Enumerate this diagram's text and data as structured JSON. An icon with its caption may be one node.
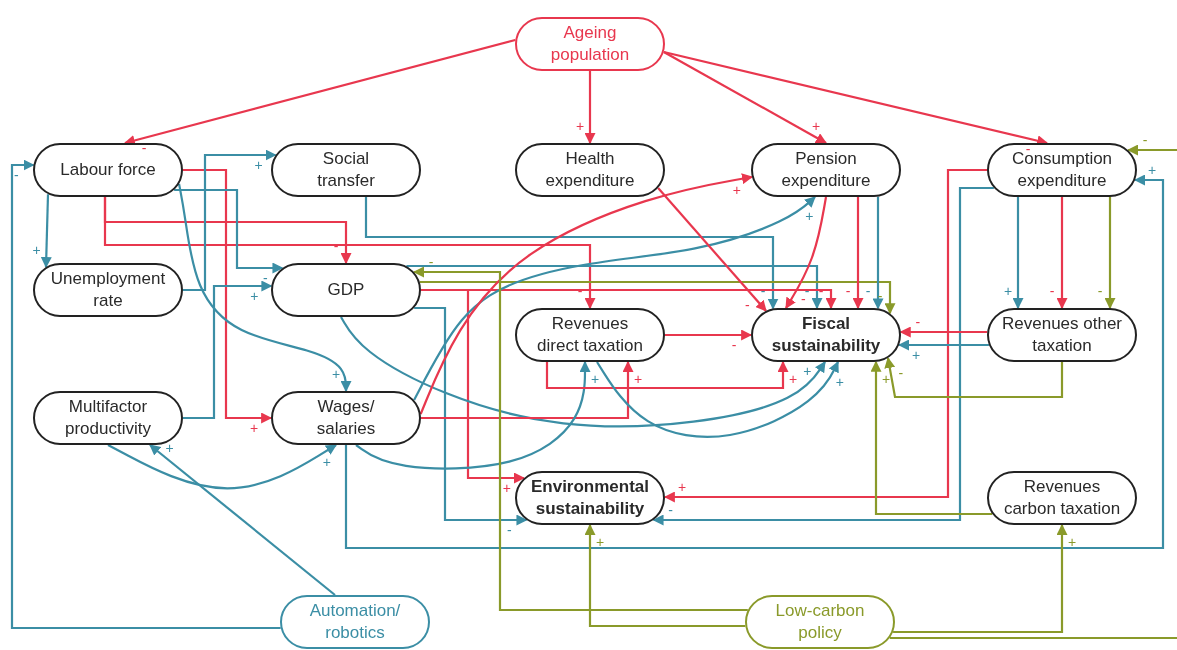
{
  "diagram": {
    "nodes": [
      {
        "text": [
          "Ageing population"
        ]
      },
      {
        "text": [
          "Labour force"
        ]
      },
      {
        "text": [
          "Social transfer"
        ]
      },
      {
        "text": [
          "Health expenditure"
        ]
      },
      {
        "text": [
          "Pension expenditure"
        ]
      },
      {
        "text": [
          "Consumption expenditure"
        ]
      },
      {
        "text": [
          "Unemployment rate"
        ]
      },
      {
        "text": [
          "GDP"
        ]
      },
      {
        "text": [
          "Revenues direct taxation"
        ]
      },
      {
        "text": [
          "Fiscal sustainability"
        ]
      },
      {
        "text": [
          "Revenues other taxation"
        ]
      },
      {
        "text": [
          "Multifactor productivity"
        ]
      },
      {
        "text": [
          "Wages/ salaries"
        ]
      },
      {
        "text": [
          "Environmental sustainability"
        ]
      },
      {
        "text": [
          "Revenues carbon taxation"
        ]
      },
      {
        "text": [
          "Automation/ robotics"
        ]
      },
      {
        "text": [
          "Low-carbon policy"
        ]
      }
    ],
    "edges": [
      {
        "from": 0,
        "to": 1,
        "arrow": "to",
        "label": "-",
        "color": "#e8374e"
      },
      {
        "from": 0,
        "to": 3,
        "arrow": "to",
        "label": "+",
        "color": "#e8374e"
      },
      {
        "from": 0,
        "to": 4,
        "arrow": "to",
        "label": "+",
        "color": "#e8374e"
      },
      {
        "from": 0,
        "to": 5,
        "arrow": "to",
        "label": "-",
        "color": "#e8374e"
      },
      {
        "from": 1,
        "to": 6,
        "arrow": "to",
        "label": "+"
      },
      {
        "from": 1,
        "to": 7,
        "arrow": "to",
        "label": "-",
        "color": "#e8374e"
      },
      {
        "from": 1,
        "to": 8,
        "arrow": "to",
        "label": "-",
        "color": "#e8374e"
      },
      {
        "from": 1,
        "to": 12,
        "arrow": "to",
        "label": "+",
        "color": "#e8374e"
      },
      {
        "from": 1,
        "to": 7,
        "arrow": "to",
        "label": "-"
      },
      {
        "from": 1,
        "to": 12,
        "arrow": "to",
        "label": "+"
      },
      {
        "from": 15,
        "to": 1,
        "arrow": "to",
        "label": "-"
      },
      {
        "from": 6,
        "to": 2,
        "arrow": "to",
        "label": "+"
      },
      {
        "from": 2,
        "to": 9,
        "arrow": "to",
        "label": "-"
      },
      {
        "from": 11,
        "to": 7,
        "arrow": "to",
        "label": "+"
      },
      {
        "from": 7,
        "to": 9,
        "arrow": "to",
        "label": "-"
      },
      {
        "from": 7,
        "to": 9,
        "arrow": "to",
        "label": "-",
        "color": "#8a9a2a"
      },
      {
        "from": 7,
        "to": 9,
        "arrow": "to",
        "label": "-",
        "color": "#e8374e"
      },
      {
        "from": 7,
        "to": 13,
        "arrow": "to",
        "label": "+",
        "color": "#e8374e"
      },
      {
        "from": 7,
        "to": 13,
        "arrow": "to",
        "label": "-"
      },
      {
        "from": 7,
        "to": 9,
        "arrow": "to",
        "label": "+"
      },
      {
        "from": 12,
        "to": 4,
        "arrow": "to",
        "label": "+"
      },
      {
        "from": 12,
        "to": 4,
        "arrow": "to",
        "label": "+",
        "color": "#e8374e"
      },
      {
        "from": 12,
        "to": 8,
        "arrow": "to",
        "label": "+",
        "color": "#e8374e"
      },
      {
        "from": 12,
        "to": 8,
        "arrow": "to",
        "label": "+"
      },
      {
        "from": 11,
        "to": 12,
        "arrow": "to",
        "label": "+"
      },
      {
        "from": 15,
        "to": 11,
        "arrow": "to",
        "label": "+"
      },
      {
        "from": 12,
        "to": 5,
        "arrow": "to",
        "label": "+"
      },
      {
        "from": 8,
        "to": 9,
        "arrow": "to",
        "label": "-",
        "color": "#e8374e"
      },
      {
        "from": 8,
        "to": 9,
        "arrow": "to",
        "label": "+",
        "color": "#e8374e"
      },
      {
        "from": 8,
        "to": 9,
        "arrow": "to",
        "label": "+"
      },
      {
        "from": 3,
        "to": 9,
        "arrow": "to",
        "label": "-",
        "color": "#e8374e"
      },
      {
        "from": 4,
        "to": 9,
        "arrow": "to",
        "label": "-",
        "color": "#e8374e"
      },
      {
        "from": 4,
        "to": 9,
        "arrow": "to",
        "label": "-",
        "color": "#e8374e"
      },
      {
        "from": 4,
        "to": 9,
        "arrow": "to",
        "label": "-"
      },
      {
        "from": 5,
        "to": 10,
        "arrow": "to",
        "label": "+"
      },
      {
        "from": 5,
        "to": 10,
        "arrow": "to",
        "label": "-",
        "color": "#e8374e"
      },
      {
        "from": 5,
        "to": 10,
        "arrow": "to",
        "label": "-",
        "color": "#8a9a2a"
      },
      {
        "from": 5,
        "to": 13,
        "arrow": "to",
        "label": "+",
        "color": "#e8374e"
      },
      {
        "from": 5,
        "to": 13,
        "arrow": "to",
        "label": "-"
      },
      {
        "from": null,
        "to": 5,
        "arrow": "to",
        "label": "-",
        "color": "#8a9a2a"
      },
      {
        "from": 10,
        "to": 9,
        "arrow": "to",
        "label": "-",
        "color": "#e8374e"
      },
      {
        "from": 10,
        "to": 9,
        "arrow": "to",
        "label": "+"
      },
      {
        "from": 10,
        "to": 9,
        "arrow": "to",
        "label": "-",
        "color": "#8a9a2a"
      },
      {
        "from": 14,
        "to": 9,
        "arrow": "to",
        "label": "+",
        "color": "#8a9a2a"
      },
      {
        "from": 16,
        "to": 14,
        "arrow": "to",
        "label": "+",
        "color": "#8a9a2a"
      },
      {
        "from": 16,
        "to": 13,
        "arrow": "to",
        "label": "+",
        "color": "#8a9a2a"
      },
      {
        "from": 16,
        "to": 7,
        "arrow": "to",
        "label": "-",
        "color": "#8a9a2a"
      },
      {
        "from": 16,
        "to": null,
        "arrow": "none",
        "color": "#8a9a2a"
      }
    ]
  }
}
